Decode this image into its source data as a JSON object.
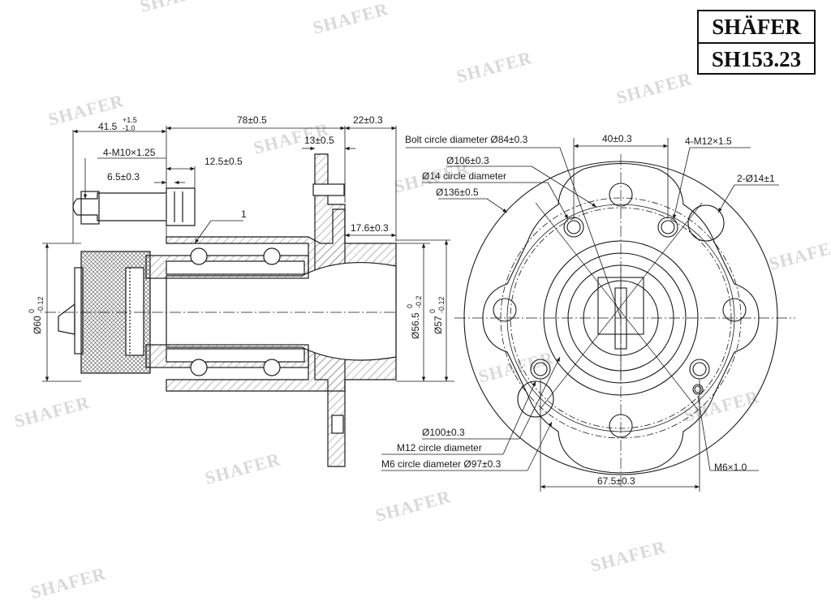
{
  "brand": {
    "name": "SHÄFER",
    "part_number": "SH153.23"
  },
  "watermark": "SHAFER",
  "colors": {
    "line": "#1a1a1a",
    "hatch": "#555555",
    "watermark": "#d9d9d9"
  },
  "side_view": {
    "dim_length_total": "41.5",
    "dim_length_tol_upper": "+1.5",
    "dim_length_tol_lower": "-1.0",
    "dim_hub_length": "78±0.5",
    "dim_flange_offset": "22±0.3",
    "dim_flange_thickness": "13±0.5",
    "stud_thread": "4-M10×1.25",
    "dim_stud_step": "12.5±0.5",
    "dim_stud_shoulder": "6.5±0.3",
    "callout_1": "1",
    "dim_pilot": "17.6±0.3",
    "dia_outer_ring": "Ø60",
    "dia_outer_ring_tol_upper": "0",
    "dia_outer_ring_tol_lower": "-0.12",
    "dia_pilot_inner": "Ø56.5",
    "dia_pilot_inner_tol_upper": "0",
    "dia_pilot_inner_tol_lower": "-0.2",
    "dia_pilot_outer": "Ø57",
    "dia_pilot_outer_tol_upper": "0",
    "dia_pilot_outer_tol_lower": "-0.12"
  },
  "front_view": {
    "bolt_circle": "Bolt circle diameter Ø84±0.3",
    "dia_106": "Ø106±0.3",
    "hole_circle_14": "Ø14 circle diameter",
    "dia_136": "Ø136±0.5",
    "dim_40": "40±0.3",
    "thread_m12": "4-M12×1.5",
    "holes_14": "2-Ø14±1",
    "dia_100": "Ø100±0.3",
    "m12_circle": "M12 circle diameter",
    "m6_circle": "M6 circle diameter Ø97±0.3",
    "dim_67": "67.5±0.3",
    "thread_m6": "M6×1.0"
  }
}
